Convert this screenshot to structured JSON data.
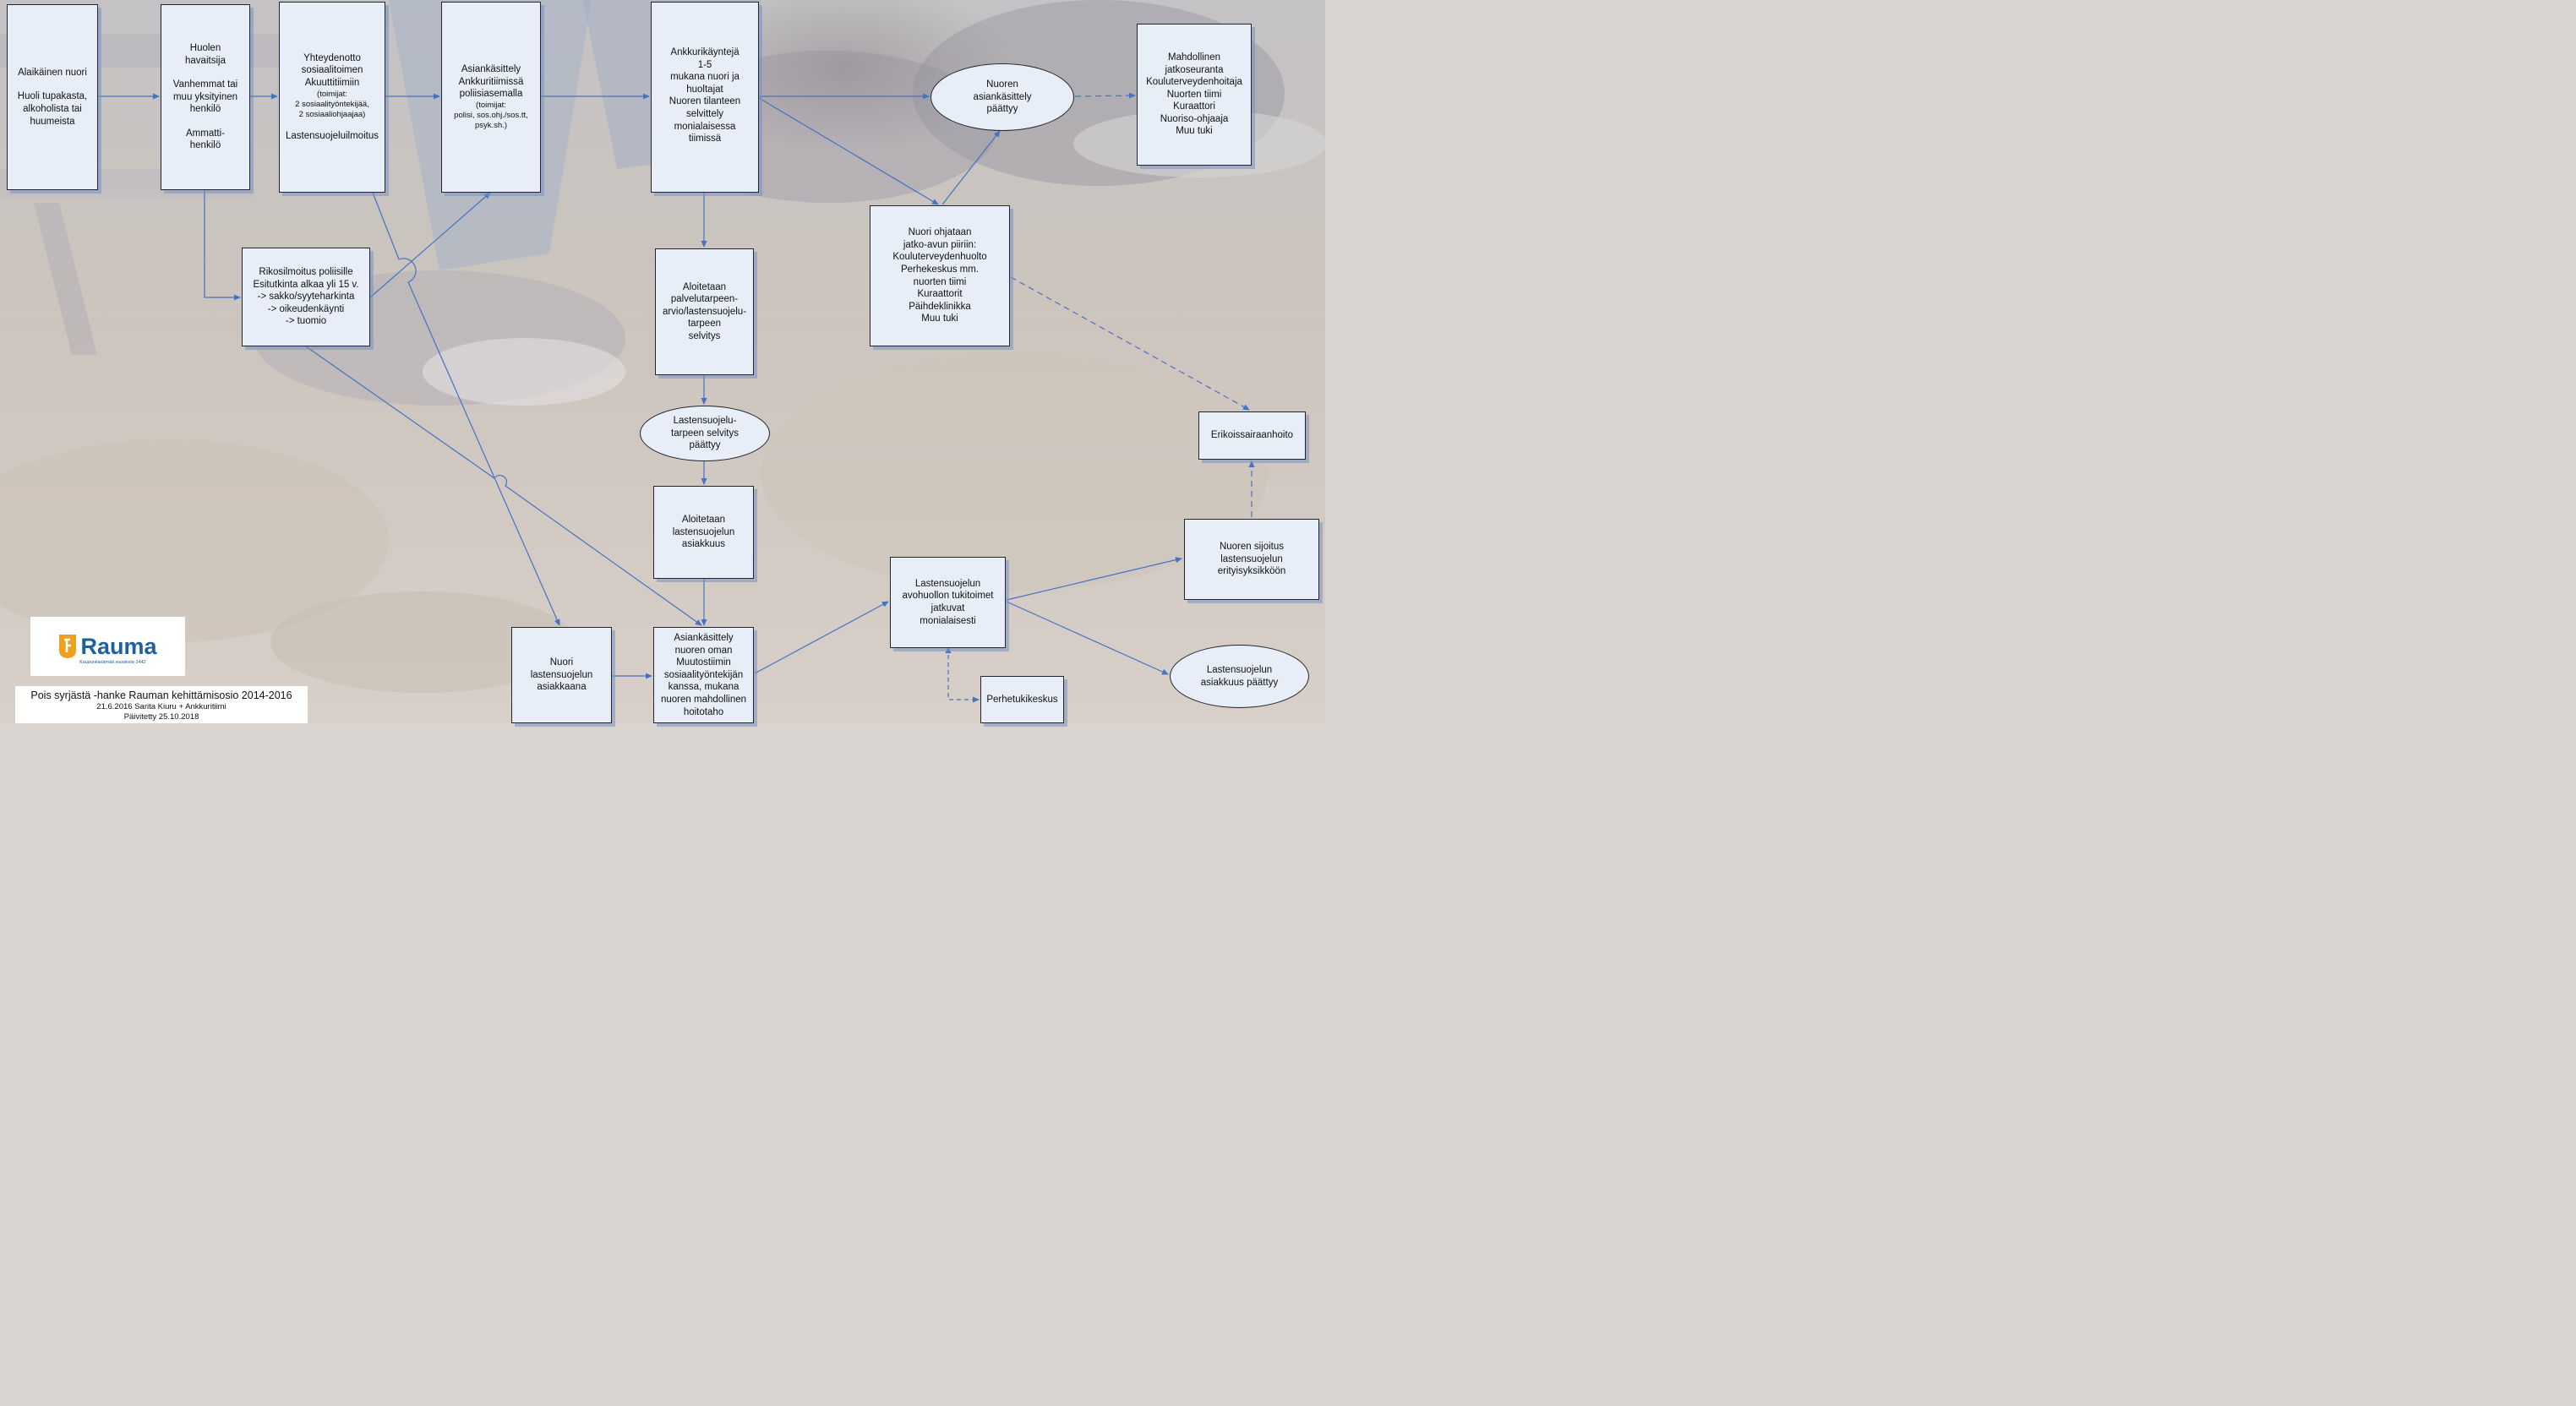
{
  "boxes": {
    "alaikainen": [
      "Alaikäinen nuori",
      "",
      "Huoli tupakasta,",
      "alkoholista tai",
      "huumeista"
    ],
    "huolen": [
      "Huolen",
      "havaitsija",
      "",
      "Vanhemmat tai",
      "muu yksityinen",
      "henkilö",
      "",
      "Ammatti-",
      "henkilö"
    ],
    "yhteydenotto": [
      "Yhteydenotto",
      "sosiaalitoimen",
      "Akuuttitiimiin",
      "(toimijat:",
      "2 sosiaalityöntekijää,",
      "2 sosiaaliohjaajaa)",
      "",
      "Lastensuojeluilmoitus"
    ],
    "asiankasittely": [
      "Asiankäsittely",
      "Ankkuritiimissä",
      "poliisiasemalla",
      "(toimijat:",
      "polisi, sos.ohj./sos.tt,",
      "psyk.sh.)"
    ],
    "ankkuri": [
      "Ankkurikäyntejä",
      "1-5",
      "mukana nuori ja",
      "huoltajat",
      "Nuoren tilanteen",
      "selvittely",
      "monialaisessa",
      "tiimissä"
    ],
    "jatkoseuranta": [
      "Mahdollinen",
      "jatkoseuranta",
      "Kouluterveydenhoitaja",
      "Nuorten tiimi",
      "Kuraattori",
      "Nuoriso-ohjaaja",
      "Muu tuki"
    ],
    "rikos": [
      "Rikosilmoitus poliisille",
      "Esitutkinta alkaa yli 15 v.",
      "-> sakko/syyteharkinta",
      "-> oikeudenkäynti",
      "-> tuomio"
    ],
    "palvelu": [
      "Aloitetaan",
      "palvelutarpeen-",
      "arvio/lastensuojelu-",
      "tarpeen",
      "selvitys"
    ],
    "jatkoapu": [
      "Nuori ohjataan",
      "jatko-avun piiriin:",
      "Kouluterveydenhuolto",
      "Perhekeskus mm.",
      "nuorten tiimi",
      "Kuraattorit",
      "Päihdeklinikka",
      "Muu tuki"
    ],
    "aloitetaan_asiakkuus": [
      "Aloitetaan",
      "lastensuojelun",
      "asiakkuus"
    ],
    "erikois": [
      "Erikoissairaanhoito"
    ],
    "avohuolto": [
      "Lastensuojelun",
      "avohuollon  tukitoimet",
      "jatkuvat",
      "monialaisesti"
    ],
    "sijoitus": [
      "Nuoren sijoitus",
      "lastensuojelun",
      "erityisyksikköön"
    ],
    "nuori_asiakkaana": [
      "Nuori",
      "lastensuojelun",
      "asiakkaana"
    ],
    "muutostiimi": [
      "Asiankäsittely",
      "nuoren oman",
      "Muutostiimin",
      "sosiaalityöntekijän",
      "kanssa, mukana",
      "nuoren mahdollinen",
      "hoitotaho"
    ],
    "perhetuki": [
      "Perhetukikeskus"
    ]
  },
  "ellipses": {
    "paattyy": [
      "Nuoren",
      "asiankäsittely",
      "päättyy"
    ],
    "selvitys_paattyy": [
      "Lastensuojelu-",
      "tarpeen selvitys",
      "päättyy"
    ],
    "asiakkuus_paattyy": [
      "Lastensuojelun",
      "asiakkuus päättyy"
    ]
  },
  "logo": {
    "word": "Rauma",
    "tagline": "Kaupunkielämää vuodesta 1442"
  },
  "footer": {
    "line1": "Pois syrjästä -hanke Rauman kehittämisosio 2014-2016",
    "line2": "21.6.2016 Sarita Kiuru + Ankkuritiimi",
    "line3": "Päivitetty 25.10.2018"
  },
  "colors": {
    "arrow": "#4472c4",
    "box_fill": "#e8eef8",
    "logo_blue": "#1d5fa3",
    "logo_orange": "#f0a020"
  }
}
